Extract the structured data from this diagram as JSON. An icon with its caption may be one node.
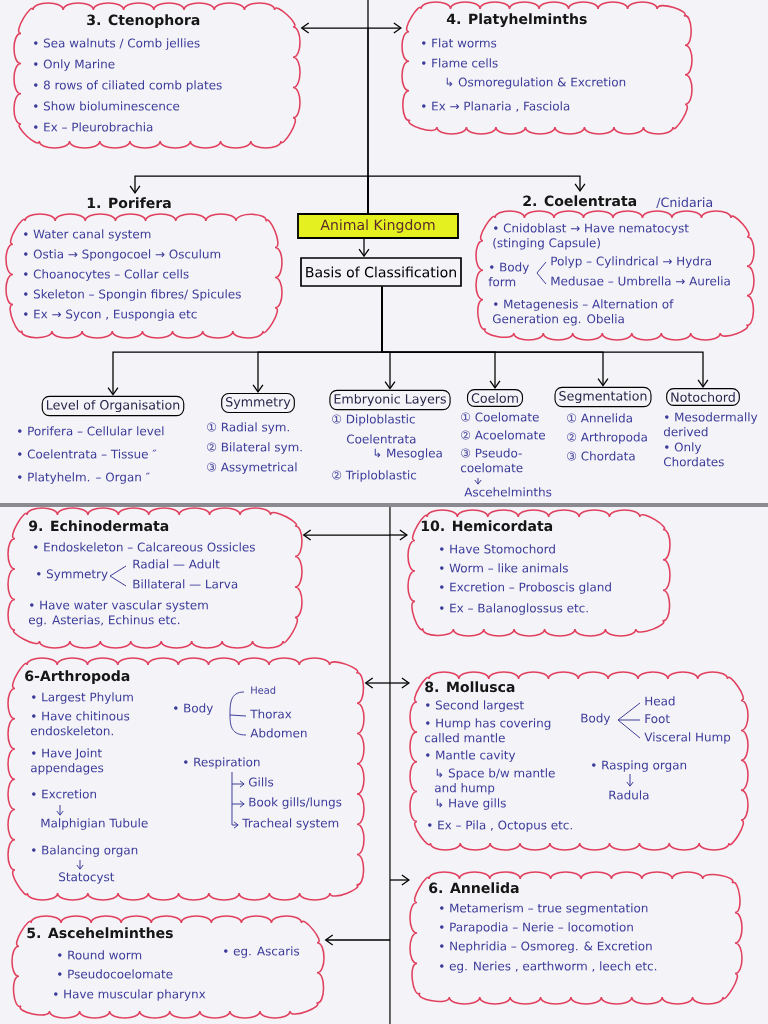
{
  "diagram": {
    "nodes": [
      {
        "text": [
          "3. Ctenophora",
          "• Sea walnuts / Comb jellies",
          "• Only Marine",
          "• 8 rows of ciliated comb plates",
          "• Show bioluminescence",
          "• Ex – Pleurobrachia"
        ]
      },
      {
        "text": [
          "4. Platyhelminths",
          "• Flat worms",
          "• Flame cells",
          "↳ Osmoregulation & Excretion",
          "• Ex → Planaria , Fasciola"
        ]
      },
      {
        "text": [
          "1. Porifera",
          "• Water canal system",
          "• Ostia → Spongocoel → Osculum",
          "• Choanocytes – Collar cells",
          "• Skeleton – Spongin fibres/ Spicules",
          "• Ex → Sycon , Euspongia etc"
        ]
      },
      {
        "text": [
          "Animal Kingdom"
        ]
      },
      {
        "text": [
          "Basis of Classification"
        ]
      },
      {
        "text": [
          "2. Coelentrata",
          "/Cnidaria",
          "• Cnidoblast → Have nematocyst (stinging Capsule)",
          "• Body form",
          "Polyp – Cylindrical → Hydra",
          "Medusae – Umbrella → Aurelia",
          "• Metagenesis – Alternation of Generation eg. Obelia"
        ]
      },
      {
        "text": [
          "Level of Organisation"
        ],
        "beside": [
          "• Porifera – Cellular level",
          "• Coelentrata – Tissue ″",
          "• Platyhelm. – Organ ″"
        ]
      },
      {
        "text": [
          "Symmetry"
        ],
        "beside": [
          "① Radial sym.",
          "② Bilateral sym.",
          "③ Assymetrical"
        ]
      },
      {
        "text": [
          "Embryonic Layers"
        ],
        "beside": [
          "① Diploblastic",
          "Coelentrata",
          "↳ Mesoglea",
          "② Triploblastic"
        ]
      },
      {
        "text": [
          "Coelom"
        ],
        "beside": [
          "① Coelomate",
          "② Acoelomate",
          "③ Pseudo- coelomate",
          "Ascehelminths"
        ]
      },
      {
        "text": [
          "Segmentation"
        ],
        "beside": [
          "① Annelida",
          "② Arthropoda",
          "③ Chordata"
        ]
      },
      {
        "text": [
          "Notochord"
        ],
        "beside": [
          "• Mesodermally derived",
          "• Only Chordates"
        ]
      },
      {
        "text": [
          "9. Echinodermata",
          "• Endoskeleton – Calcareous Ossicles",
          "• Symmetry",
          "Radial — Adult",
          "Billateral — Larva",
          "• Have water vascular system eg. Asterias, Echinus etc."
        ]
      },
      {
        "text": [
          "10. Hemicordata",
          "• Have Stomochord",
          "• Worm – like animals",
          "• Excretion – Proboscis gland",
          "• Ex – Balanoglossus etc."
        ]
      },
      {
        "text": [
          "6-Arthropoda",
          "• Largest Phylum",
          "• Have chitinous endoskeleton.",
          "• Have Joint appendages",
          "• Excretion",
          "Malphigian Tubule",
          "• Balancing organ",
          "Statocyst",
          "• Body",
          "Head",
          "Thorax",
          "Abdomen",
          "• Respiration",
          "Gills",
          "Book gills/lungs",
          "Tracheal system"
        ]
      },
      {
        "text": [
          "8. Mollusca",
          "• Second largest",
          "• Hump has covering called mantle",
          "• Mantle cavity",
          "↳ Space b/w mantle and hump",
          "↳ Have gills",
          "• Ex – Pila , Octopus etc.",
          "Body",
          "Head",
          "Foot",
          "Visceral Hump",
          "• Rasping organ",
          "Radula"
        ]
      },
      {
        "text": [
          "6. Annelida",
          "• Metamerism – true segmentation",
          "• Parapodia – Nerie – locomotion",
          "• Nephridia – Osmoreg. & Excretion",
          "• eg. Neries , earthworm , leech etc."
        ]
      },
      {
        "text": [
          "5. Ascehelminthes",
          "• Round worm",
          "• Pseudocoelomate",
          "• Have muscular pharynx",
          "• eg. Ascaris"
        ]
      }
    ],
    "edges": [
      {
        "from": 3,
        "to": 0,
        "arrow": "to"
      },
      {
        "from": 3,
        "to": 1,
        "arrow": "to"
      },
      {
        "from": 3,
        "to": 2,
        "arrow": "to"
      },
      {
        "from": 3,
        "to": 5,
        "arrow": "to"
      },
      {
        "from": 3,
        "to": 4,
        "arrow": "to"
      },
      {
        "from": 4,
        "to": 6,
        "arrow": "to"
      },
      {
        "from": 4,
        "to": 7,
        "arrow": "to"
      },
      {
        "from": 4,
        "to": 8,
        "arrow": "to"
      },
      {
        "from": 4,
        "to": 9,
        "arrow": "to"
      },
      {
        "from": 4,
        "to": 10,
        "arrow": "to"
      },
      {
        "from": 4,
        "to": 11,
        "arrow": "to"
      },
      {
        "from": null,
        "to": 12,
        "arrow": "to"
      },
      {
        "from": null,
        "to": 13,
        "arrow": "to"
      },
      {
        "from": null,
        "to": 14,
        "arrow": "to"
      },
      {
        "from": null,
        "to": 15,
        "arrow": "to"
      },
      {
        "from": null,
        "to": 16,
        "arrow": "to"
      },
      {
        "from": null,
        "to": 17,
        "arrow": "to"
      }
    ]
  }
}
